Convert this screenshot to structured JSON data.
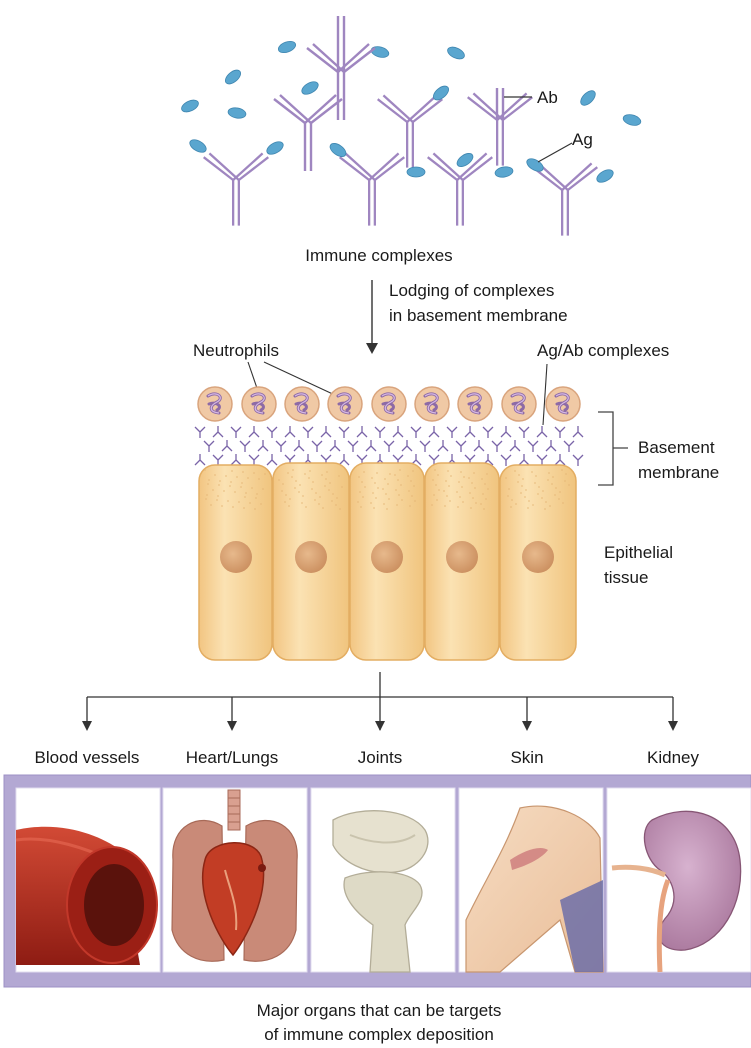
{
  "top": {
    "label_ab": "Ab",
    "label_ag": "Ag",
    "caption": "Immune complexes"
  },
  "process": {
    "line1": "Lodging of complexes",
    "line2": "in basement membrane"
  },
  "tissue": {
    "neutrophils": "Neutrophils",
    "ag_ab_complexes": "Ag/Ab complexes",
    "basement_line1": "Basement",
    "basement_line2": "membrane",
    "epithelial_line1": "Epithelial",
    "epithelial_line2": "tissue"
  },
  "organs": [
    {
      "label": "Blood vessels",
      "icon": "blood-vessel-icon"
    },
    {
      "label": "Heart/Lungs",
      "icon": "heart-lungs-icon"
    },
    {
      "label": "Joints",
      "icon": "joint-icon"
    },
    {
      "label": "Skin",
      "icon": "skin-icon"
    },
    {
      "label": "Kidney",
      "icon": "kidney-icon"
    }
  ],
  "caption": {
    "line1": "Major organs that can be targets",
    "line2": "of immune complex deposition"
  },
  "colors": {
    "antibody": "#a48cc4",
    "antigen": "#5aa6cf",
    "cell_fill": "#f7d59d",
    "nucleus": "#d9a275",
    "panel_border": "#a89cc8",
    "vessel": "#b82e22",
    "heart": "#c44a2c"
  }
}
